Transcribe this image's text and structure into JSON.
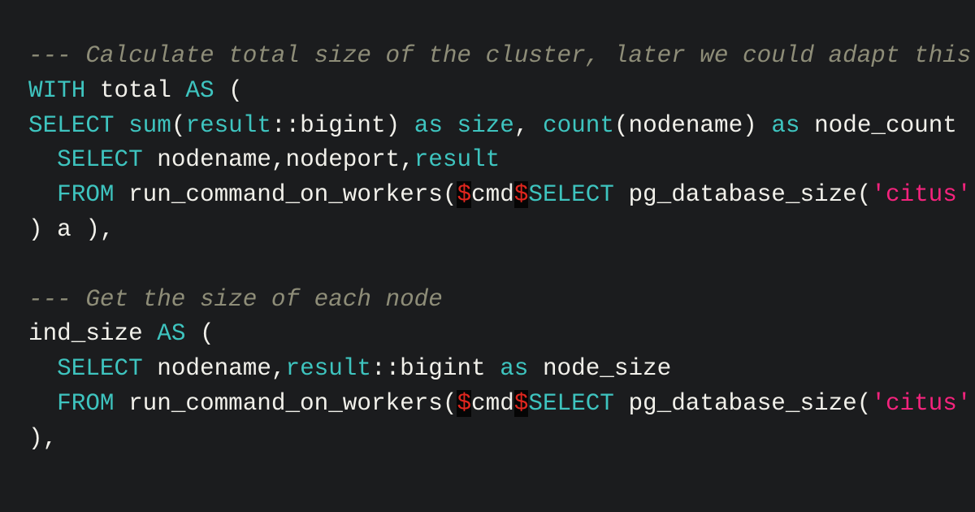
{
  "editor": {
    "colors": {
      "background": "#1b1c1e",
      "keyword": "#3ec4bf",
      "comment": "#8e8d78",
      "string": "#f5237d",
      "identifier": "#f1f0ea",
      "error_fg": "#e0261e",
      "error_bg": "#050505"
    },
    "lines": [
      [
        {
          "t": "cm",
          "v": "--- Calculate total size of the cluster, later we could adapt this"
        }
      ],
      [
        {
          "t": "kw",
          "v": "WITH"
        },
        {
          "t": "id",
          "v": " total "
        },
        {
          "t": "kw",
          "v": "AS"
        },
        {
          "t": "id",
          "v": " ("
        }
      ],
      [
        {
          "t": "kw",
          "v": "SELECT"
        },
        {
          "t": "id",
          "v": " "
        },
        {
          "t": "kw",
          "v": "sum"
        },
        {
          "t": "id",
          "v": "("
        },
        {
          "t": "kw",
          "v": "result"
        },
        {
          "t": "id",
          "v": "::bigint) "
        },
        {
          "t": "kw",
          "v": "as"
        },
        {
          "t": "id",
          "v": " "
        },
        {
          "t": "kw",
          "v": "size"
        },
        {
          "t": "id",
          "v": ", "
        },
        {
          "t": "kw",
          "v": "count"
        },
        {
          "t": "id",
          "v": "(nodename) "
        },
        {
          "t": "kw",
          "v": "as"
        },
        {
          "t": "id",
          "v": " node_count"
        }
      ],
      [
        {
          "t": "id",
          "v": "  "
        },
        {
          "t": "kw",
          "v": "SELECT"
        },
        {
          "t": "id",
          "v": " nodename,nodeport,"
        },
        {
          "t": "kw",
          "v": "result"
        }
      ],
      [
        {
          "t": "id",
          "v": "  "
        },
        {
          "t": "kw",
          "v": "FROM"
        },
        {
          "t": "id",
          "v": " run_command_on_workers("
        },
        {
          "t": "err",
          "v": "$"
        },
        {
          "t": "id",
          "v": "cmd"
        },
        {
          "t": "err",
          "v": "$"
        },
        {
          "t": "kw",
          "v": "SELECT"
        },
        {
          "t": "id",
          "v": " pg_database_size("
        },
        {
          "t": "str",
          "v": "'citus'"
        }
      ],
      [
        {
          "t": "id",
          "v": ") a ),"
        }
      ],
      [],
      [
        {
          "t": "cm",
          "v": "--- Get the size of each node"
        }
      ],
      [
        {
          "t": "id",
          "v": "ind_size "
        },
        {
          "t": "kw",
          "v": "AS"
        },
        {
          "t": "id",
          "v": " ("
        }
      ],
      [
        {
          "t": "id",
          "v": "  "
        },
        {
          "t": "kw",
          "v": "SELECT"
        },
        {
          "t": "id",
          "v": " nodename,"
        },
        {
          "t": "kw",
          "v": "result"
        },
        {
          "t": "id",
          "v": "::bigint "
        },
        {
          "t": "kw",
          "v": "as"
        },
        {
          "t": "id",
          "v": " node_size"
        }
      ],
      [
        {
          "t": "id",
          "v": "  "
        },
        {
          "t": "kw",
          "v": "FROM"
        },
        {
          "t": "id",
          "v": " run_command_on_workers("
        },
        {
          "t": "err",
          "v": "$"
        },
        {
          "t": "id",
          "v": "cmd"
        },
        {
          "t": "err",
          "v": "$"
        },
        {
          "t": "kw",
          "v": "SELECT"
        },
        {
          "t": "id",
          "v": " pg_database_size("
        },
        {
          "t": "str",
          "v": "'citus'"
        }
      ],
      [
        {
          "t": "id",
          "v": "),"
        }
      ]
    ]
  }
}
